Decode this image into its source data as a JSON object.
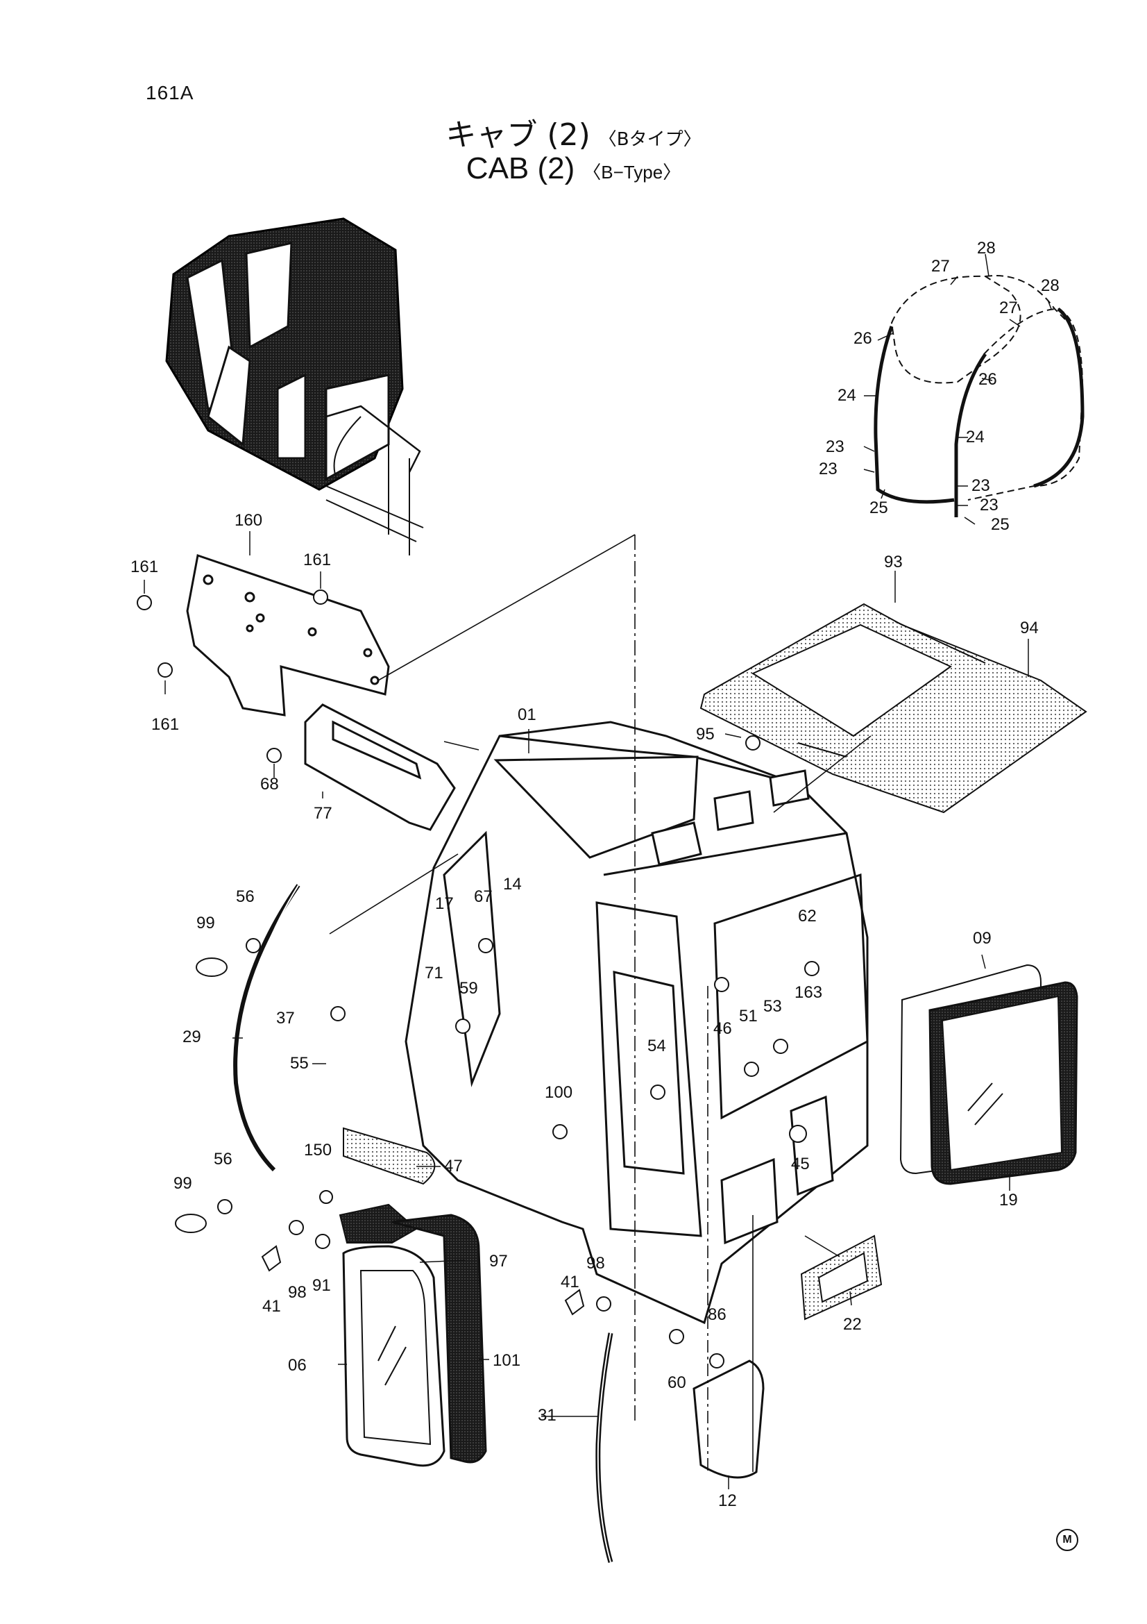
{
  "page_code": "161A",
  "title": {
    "jp_main": "キャブ (2)",
    "jp_sub": "〈Bタイプ〉",
    "en_main": "CAB  (2)",
    "en_sub": "〈B−Type〉"
  },
  "mark": "M",
  "callouts": [
    "161A",
    "28",
    "27",
    "28",
    "27",
    "26",
    "26",
    "24",
    "24",
    "23",
    "23",
    "23",
    "23",
    "25",
    "25",
    "160",
    "161",
    "161",
    "161",
    "93",
    "94",
    "95",
    "01",
    "68",
    "77",
    "56",
    "99",
    "17",
    "67",
    "14",
    "62",
    "09",
    "71",
    "59",
    "163",
    "37",
    "29",
    "46",
    "51",
    "53",
    "55",
    "54",
    "100",
    "45",
    "19",
    "150",
    "47",
    "56",
    "99",
    "97",
    "98",
    "41",
    "98",
    "91",
    "41",
    "22",
    "86",
    "60",
    "06",
    "101",
    "31",
    "12"
  ]
}
